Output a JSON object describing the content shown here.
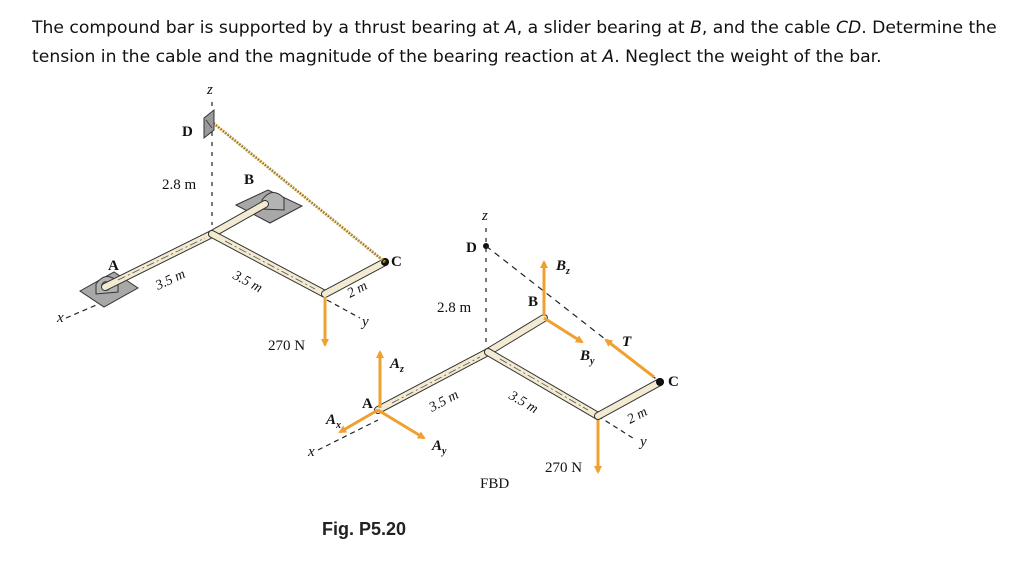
{
  "problem": {
    "s1": "The compound bar is supported by a thrust bearing at ",
    "A": "A",
    "s2": ", a slider bearing at ",
    "B": "B",
    "s3": ", and the cable ",
    "CD": "CD",
    "s4": ". Determine the tension in the cable and the magnitude of the bearing reaction at ",
    "A2": "A",
    "s5": ". Neglect the weight of the bar."
  },
  "figure": {
    "left": {
      "z": "z",
      "x": "x",
      "y": "y",
      "D": "D",
      "B": "B",
      "A": "A",
      "C": "C",
      "dim_height": "2.8 m",
      "dim_ab": "3.5 m",
      "dim_bc": "3.5 m",
      "dim_c": "2 m",
      "load": "270 N"
    },
    "fbd": {
      "z": "z",
      "x": "x",
      "y": "y",
      "D": "D",
      "B": "B",
      "A": "A",
      "C": "C",
      "dim_height": "2.8 m",
      "dim_ab": "3.5 m",
      "dim_bc": "3.5 m",
      "dim_c": "2 m",
      "load": "270 N",
      "Az_main": "A",
      "Az_sub": "z",
      "Ax_main": "A",
      "Ax_sub": "x",
      "Ay_main": "A",
      "Ay_sub": "y",
      "Bz_main": "B",
      "Bz_sub": "z",
      "By_main": "B",
      "By_sub": "y",
      "T": "T",
      "title": "FBD"
    },
    "caption": "Fig. P5.20"
  },
  "colors": {
    "force": "#f0a030",
    "bar": "#f3ead2",
    "support": "#9a9a9a",
    "cable": "#c8a040"
  }
}
